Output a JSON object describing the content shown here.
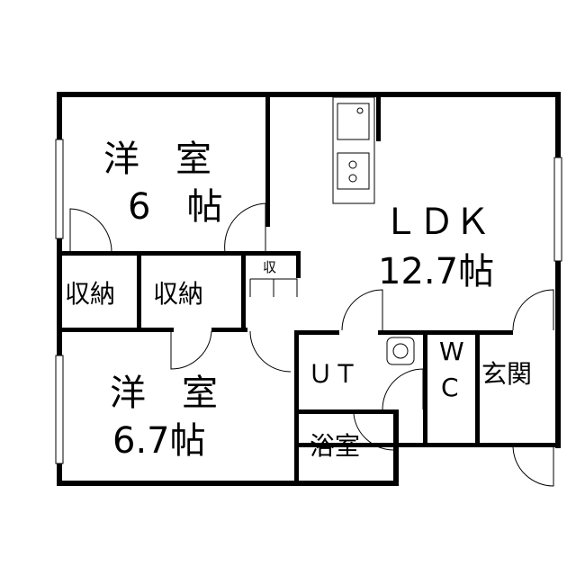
{
  "rooms": {
    "western_room_1": {
      "name": "洋　室",
      "size": "6　帖"
    },
    "ldk": {
      "name": "ＬＤＫ",
      "size": "12.7帖"
    },
    "storage_1": {
      "name": "収納"
    },
    "storage_2": {
      "name": "収納"
    },
    "storage_small": {
      "name": "収"
    },
    "western_room_2": {
      "name": "洋　室",
      "size": "6.7帖"
    },
    "utility": {
      "name": "ＵＴ"
    },
    "wc": {
      "line1": "W",
      "line2": "C"
    },
    "entrance": {
      "name": "玄関"
    },
    "bathroom": {
      "name": "浴室"
    }
  }
}
